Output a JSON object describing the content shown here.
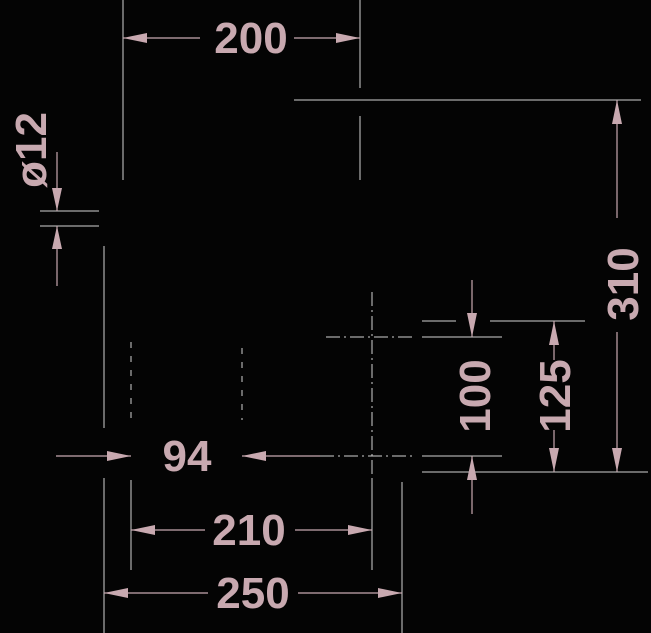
{
  "colors": {
    "background": "#040404",
    "lines": "#d2d2d2",
    "dimensions": "#c8a9b0"
  },
  "dimensions": {
    "top_width": "200",
    "pipe_diameter": "ø12",
    "height_total": "310",
    "height_100": "100",
    "height_125": "125",
    "offset_94": "94",
    "width_210": "210",
    "width_250": "250"
  }
}
